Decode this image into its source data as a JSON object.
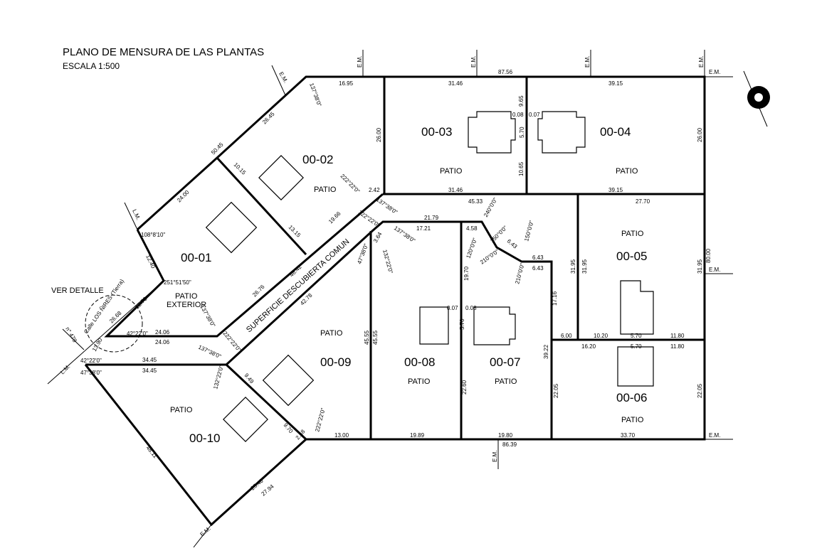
{
  "title": "PLANO DE MENSURA DE LAS PLANTAS",
  "scale": "ESCALA 1:500",
  "lots": {
    "l01": "00-01",
    "l02": "00-02",
    "l03": "00-03",
    "l04": "00-04",
    "l05": "00-05",
    "l06": "00-06",
    "l07": "00-07",
    "l08": "00-08",
    "l09": "00-09",
    "l10": "00-10"
  },
  "labels": {
    "patio": "PATIO",
    "patio_ext1": "PATIO",
    "patio_ext2": "EXTERIOR",
    "common": "SUPERFICIE DESCUBIERTA COMUN",
    "ver_detalle": "VER DETALLE",
    "street": "Calle LOS ÑIRES (Tierra)",
    "em": "E.M.",
    "lm": "L.M.",
    "n478": "n° 478"
  },
  "dims": {
    "d8756": "87.56",
    "d3146a": "31.46",
    "d3915a": "39.15",
    "d1695": "16.95",
    "d2600a": "26.00",
    "d2600b": "26.00",
    "d3146b": "31.46",
    "d3915b": "39.15",
    "d4533": "45.33",
    "d2770": "27.70",
    "d8000": "80.00",
    "d3195a": "31.95",
    "d3195b": "31.95",
    "d3195c": "31.95",
    "d242": "2.42",
    "d2179": "21.79",
    "d1721": "17.21",
    "d458": "4.58",
    "d643a": "6.43",
    "d643b": "6.43",
    "d643c": "6.43",
    "d1716": "17.16",
    "d600": "6.00",
    "d1020": "10.20",
    "d1620": "16.20",
    "d1180a": "11.80",
    "d1180b": "11.80",
    "d3922": "39.22",
    "d2205a": "22.05",
    "d2205b": "22.05",
    "d3370": "33.70",
    "d1980": "19.80",
    "d1989": "19.89",
    "d8639": "86.39",
    "d1300": "13.00",
    "d1970": "19.70",
    "d2260": "22.60",
    "d4555": "45.55",
    "d364": "3.64",
    "d5045": "50.45",
    "d2645": "26.45",
    "d2400": "24.00",
    "d1015": "10.15",
    "d1315": "13.15",
    "d1966": "19.66",
    "d4642": "46.42",
    "d2676": "26.76",
    "d4278": "42.78",
    "d1240": "12.40",
    "d1278": "12.78",
    "d2688": "26.68",
    "d2406a": "24.06",
    "d2406b": "24.06",
    "d3445a": "34.45",
    "d3445b": "34.45",
    "d1390": "13.90",
    "d4811": "48.11",
    "d2546": "25.46",
    "d2794": "27.94",
    "d248": "2.48",
    "d949": "9.49",
    "d970": "9.70",
    "d1065": "10.65",
    "d965": "9.65",
    "d570": "5.70",
    "d008": "0.08",
    "d007": "0.07"
  },
  "angles": {
    "a1": "137°38'0\"",
    "a2": "222°22'0\"",
    "a3": "108°8'10\"",
    "a4": "251°51'50\"",
    "a5": "42°22'0\"",
    "a6": "47°38'0\"",
    "a7": "132°22'0\"",
    "a8": "240°0'0\"",
    "a9": "150°0'0\"",
    "a10": "120°0'0\"",
    "a11": "210°0'0\""
  }
}
